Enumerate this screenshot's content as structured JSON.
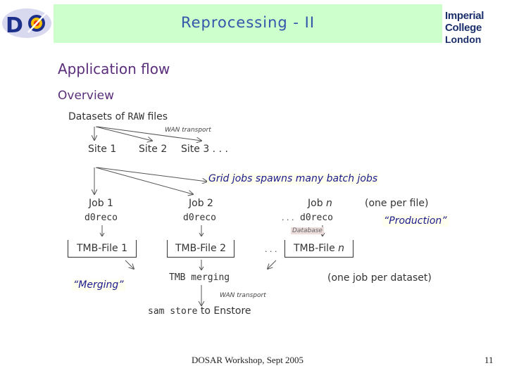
{
  "header": {
    "title": "Reprocessing - II",
    "institution_line1": "Imperial College",
    "institution_line2": "London",
    "header_color": "#ccffcc",
    "title_color": "#3355aa"
  },
  "headings": {
    "main": "Application flow",
    "sub": "Overview"
  },
  "flow": {
    "datasets_prefix": "Datasets of ",
    "datasets_code": "RAW",
    "datasets_suffix": " files",
    "wan_transport_1": "WAN transport",
    "site1": "Site 1",
    "site2": "Site 2",
    "site3": "Site 3 . . .",
    "grid_note": "Grid jobs spawns many batch jobs",
    "job1": "Job 1",
    "job2": "Job 2",
    "jobn_prefix": "Job ",
    "jobn_var": "n",
    "reco1": "d0reco",
    "reco2": "d0reco",
    "reco_dots": ". . .",
    "recon": "d0reco",
    "one_per_file": "(one per file)",
    "production_note": "“Production”",
    "database_label": "Database",
    "tmb1": "TMB-File 1",
    "tmb2": "TMB-File 2",
    "tmb_dots": ". . .",
    "tmbn_prefix": "TMB-File ",
    "tmbn_var": "n",
    "merging_note": "“Merging”",
    "tmb_merging": "TMB merging",
    "one_per_dataset": "(one job per dataset)",
    "wan_transport_2": "WAN transport",
    "sam_store_code": "sam store",
    "sam_store_suffix": " to Enstore"
  },
  "footer": {
    "workshop": "DOSAR Workshop, Sept 2005",
    "page_number": "11"
  },
  "icons": {
    "d0_logo": "d0-experiment-logo",
    "imperial_logo": "imperial-college-logo"
  }
}
